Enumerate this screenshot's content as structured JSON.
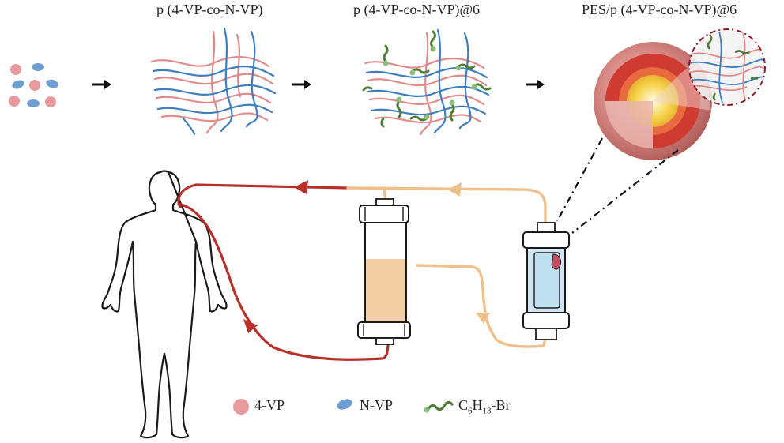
{
  "stages": [
    {
      "title": "p (4-VP-co-N-VP)"
    },
    {
      "title": "p (4-VP-co-N-VP)@6"
    },
    {
      "title": "PES/p (4-VP-co-N-VP)@6"
    }
  ],
  "legend": {
    "vp4": "4-VP",
    "nvp": "N-VP",
    "chain_prefix": "C",
    "chain_sub1": "6",
    "chain_mid": "H",
    "chain_sub2": "13",
    "chain_suffix": "-Br"
  },
  "colors": {
    "vp4": "#e99a9c",
    "nvp": "#6d9fd2",
    "chain": "#4f7d3a",
    "blood_in": "#b8302a",
    "blood_out": "#f0c08c",
    "adsorber": "#f3cfa6",
    "filter": "#bfe0ef"
  },
  "icons": [
    "arrow-right-icon",
    "human-silhouette-icon",
    "column-icon",
    "filter-cartridge-icon",
    "bead-icon"
  ]
}
